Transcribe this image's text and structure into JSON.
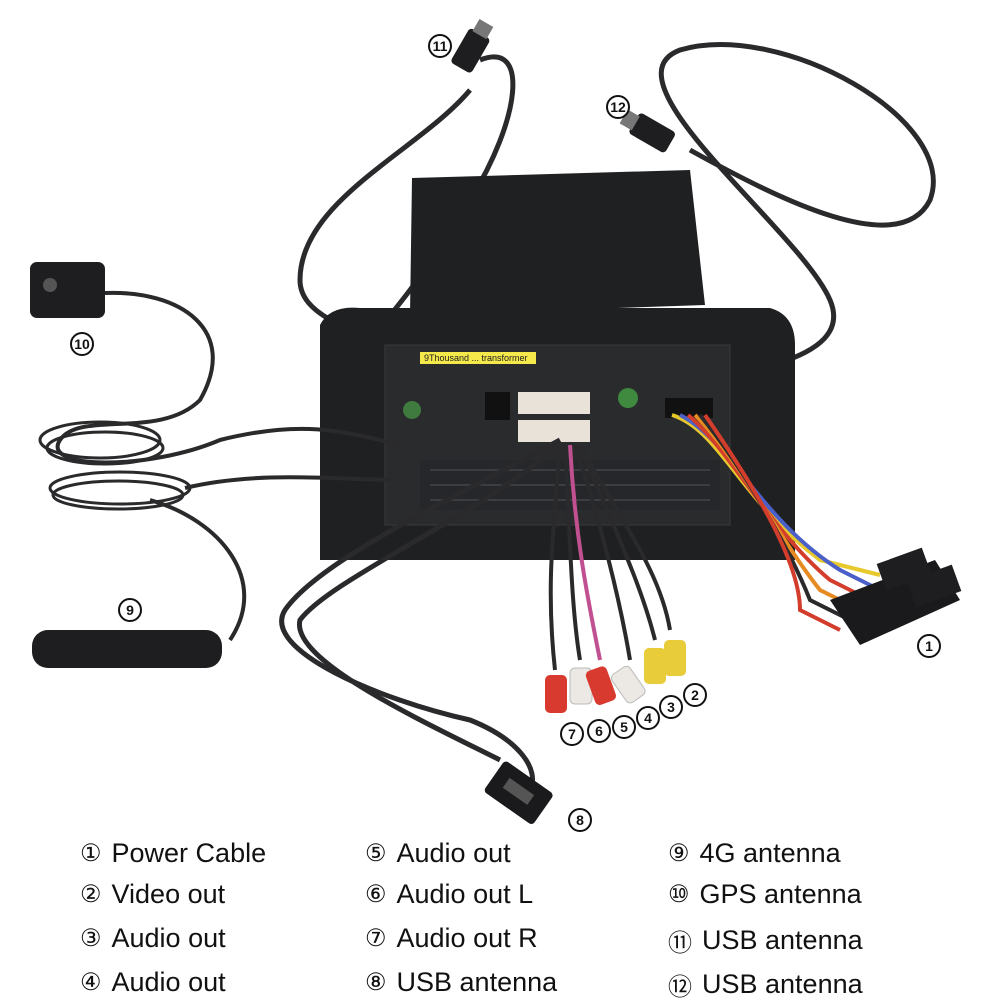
{
  "colors": {
    "cable": "#2a2a2c",
    "unit": "#1f2022",
    "rca_red": "#d93a2f",
    "rca_white": "#ece8e3",
    "rca_yellow": "#e9cc3a",
    "label_yellow": "#f5e84a",
    "harness_red": "#d23d2c",
    "harness_orange": "#e68a22",
    "harness_yellow": "#e7c92c",
    "harness_blue": "#4a5fc7"
  },
  "unit_label": {
    "line1": "9Thousand ... transformer"
  },
  "callouts": [
    {
      "id": "1",
      "symbol": "①"
    },
    {
      "id": "2",
      "symbol": "②"
    },
    {
      "id": "3",
      "symbol": "③"
    },
    {
      "id": "4",
      "symbol": "④"
    },
    {
      "id": "5",
      "symbol": "⑤"
    },
    {
      "id": "6",
      "symbol": "⑥"
    },
    {
      "id": "7",
      "symbol": "⑦"
    },
    {
      "id": "8",
      "symbol": "⑧"
    },
    {
      "id": "9",
      "symbol": "⑨"
    },
    {
      "id": "10",
      "symbol": "⑩"
    },
    {
      "id": "11",
      "symbol": "⑪"
    },
    {
      "id": "12",
      "symbol": "⑫"
    }
  ],
  "legend": [
    {
      "num": "①",
      "label": "Power Cable"
    },
    {
      "num": "②",
      "label": "Video out"
    },
    {
      "num": "③",
      "label": "Audio out"
    },
    {
      "num": "④",
      "label": "Audio out"
    },
    {
      "num": "⑤",
      "label": "Audio out"
    },
    {
      "num": "⑥",
      "label": "Audio out L"
    },
    {
      "num": "⑦",
      "label": "Audio out R"
    },
    {
      "num": "⑧",
      "label": "USB antenna"
    },
    {
      "num": "⑨",
      "label": "4G antenna"
    },
    {
      "num": "⑩",
      "label": "GPS antenna"
    },
    {
      "num": "⑪",
      "label": "USB antenna"
    },
    {
      "num": "⑫",
      "label": "USB antenna"
    }
  ]
}
